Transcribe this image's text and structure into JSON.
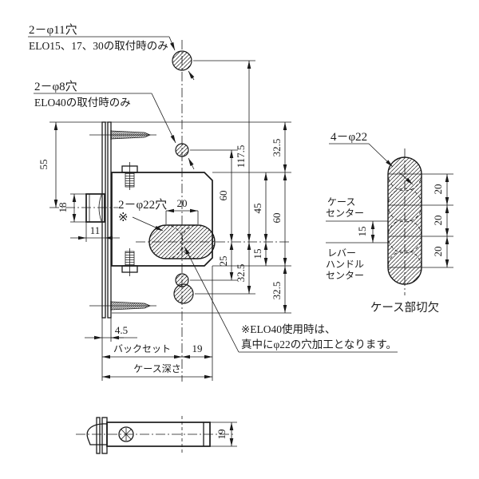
{
  "labels": {
    "hole11": "2－φ11穴",
    "hole11_note": "ELO15、17、30の取付時のみ",
    "hole8": "2－φ8穴",
    "hole8_note": "ELO40の取付時のみ",
    "hole22": "2－φ22穴",
    "asterisk": "※",
    "hole22_detail": "4－φ22",
    "backset": "バックセット",
    "case_depth": "ケース深さ",
    "case_center_1": "ケース",
    "case_center_2": "センター",
    "lever_1": "レバー",
    "lever_2": "ハンドル",
    "lever_3": "センター",
    "cutout_caption": "ケース部切欠",
    "note1": "※ELO40使用時は、",
    "note2": "真中にφ22の穴加工となります。"
  },
  "dims": {
    "plate_55": "55",
    "latch_18": "18",
    "latch_11": "11",
    "hub_20": "20",
    "elo40_60": "60",
    "elo40_25": "25",
    "elo_117_5": "117.5",
    "elo_32_5": "32.5",
    "case_45": "45",
    "case_15": "15",
    "plate_32_5_top": "32.5",
    "case_60": "60",
    "plate_32_5_bot": "32.5",
    "front_4_5": "4.5",
    "case_19": "19",
    "cutout_20_1": "20",
    "cutout_20_2": "20",
    "cutout_20_3": "20",
    "cutout_15": "15",
    "bottom_19": "19"
  },
  "colors": {
    "line": "#1a1a1a",
    "background": "#ffffff"
  }
}
